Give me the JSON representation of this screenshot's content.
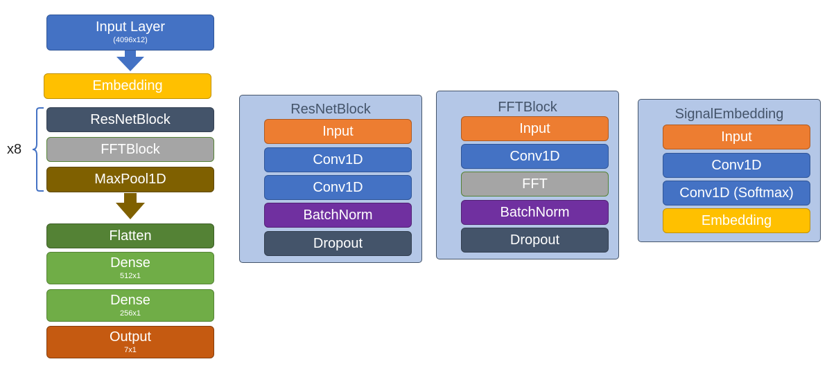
{
  "main_stack": {
    "input_layer": {
      "label": "Input Layer",
      "sub": "(4096x12)"
    },
    "embedding": {
      "label": "Embedding"
    },
    "repeat_label": "x8",
    "resnet_block": {
      "label": "ResNetBlock"
    },
    "fft_block": {
      "label": "FFTBlock"
    },
    "maxpool": {
      "label": "MaxPool1D"
    },
    "flatten": {
      "label": "Flatten"
    },
    "dense1": {
      "label": "Dense",
      "sub": "512x1"
    },
    "dense2": {
      "label": "Dense",
      "sub": "256x1"
    },
    "output": {
      "label": "Output",
      "sub": "7x1"
    }
  },
  "resnet_panel": {
    "title": "ResNetBlock",
    "items": [
      "Input",
      "Conv1D",
      "Conv1D",
      "BatchNorm",
      "Dropout"
    ]
  },
  "fft_panel": {
    "title": "FFTBlock",
    "items": [
      "Input",
      "Conv1D",
      "FFT",
      "BatchNorm",
      "Dropout"
    ]
  },
  "signal_panel": {
    "title": "SignalEmbedding",
    "items": [
      "Input",
      "Conv1D",
      "Conv1D (Softmax)",
      "Embedding"
    ]
  },
  "colors": {
    "blue": "#4472c4",
    "yellow": "#ffc000",
    "slate": "#44546a",
    "gray": "#a5a5a5",
    "olive": "#7f6000",
    "dark_green": "#548235",
    "light_green": "#70ad47",
    "rust": "#c55a11",
    "orange": "#ed7d31",
    "purple": "#7030a0",
    "panel_bg": "#b4c7e7"
  }
}
